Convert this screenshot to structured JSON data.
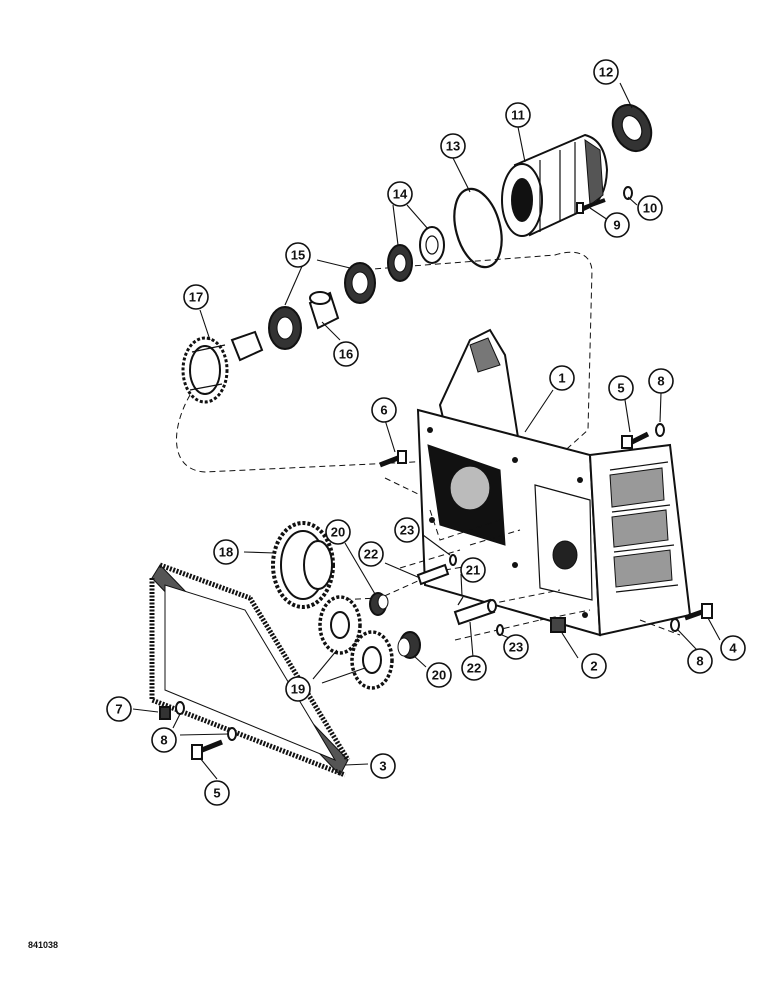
{
  "figure_id": "841038",
  "callouts": [
    {
      "id": "c12",
      "label": "12"
    },
    {
      "id": "c11",
      "label": "11"
    },
    {
      "id": "c13",
      "label": "13"
    },
    {
      "id": "c10",
      "label": "10"
    },
    {
      "id": "c9",
      "label": "9"
    },
    {
      "id": "c14",
      "label": "14"
    },
    {
      "id": "c15",
      "label": "15"
    },
    {
      "id": "c17",
      "label": "17"
    },
    {
      "id": "c16",
      "label": "16"
    },
    {
      "id": "c1",
      "label": "1"
    },
    {
      "id": "c5a",
      "label": "5"
    },
    {
      "id": "c8a",
      "label": "8"
    },
    {
      "id": "c6",
      "label": "6"
    },
    {
      "id": "c20a",
      "label": "20"
    },
    {
      "id": "c23a",
      "label": "23"
    },
    {
      "id": "c18",
      "label": "18"
    },
    {
      "id": "c22a",
      "label": "22"
    },
    {
      "id": "c21",
      "label": "21"
    },
    {
      "id": "c23b",
      "label": "23"
    },
    {
      "id": "c22b",
      "label": "22"
    },
    {
      "id": "c2",
      "label": "2"
    },
    {
      "id": "c4",
      "label": "4"
    },
    {
      "id": "c8b",
      "label": "8"
    },
    {
      "id": "c20b",
      "label": "20"
    },
    {
      "id": "c19",
      "label": "19"
    },
    {
      "id": "c7",
      "label": "7"
    },
    {
      "id": "c8c",
      "label": "8"
    },
    {
      "id": "c3",
      "label": "3"
    },
    {
      "id": "c5b",
      "label": "5"
    }
  ]
}
